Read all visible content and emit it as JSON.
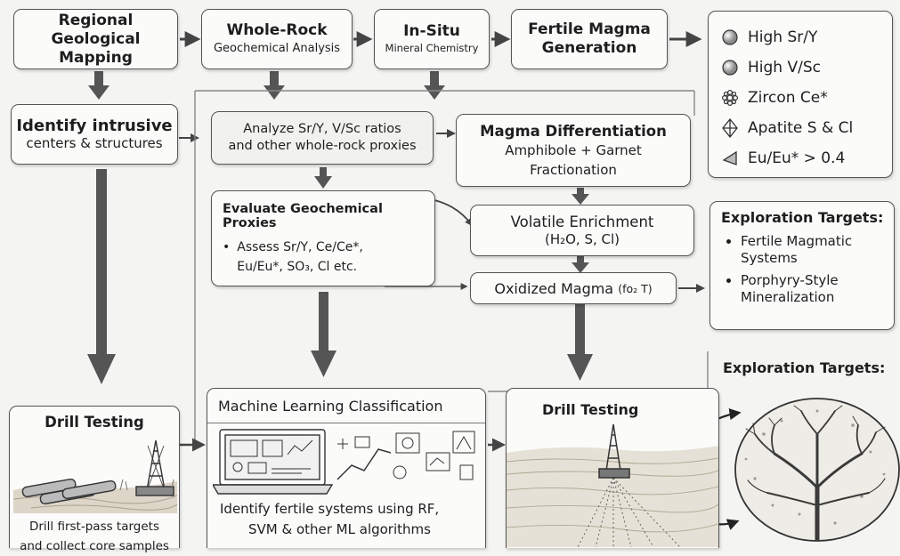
{
  "top_row": {
    "regional": [
      "Regional",
      "Geological Mapping"
    ],
    "whole_rock": [
      "Whole-Rock",
      "Geochemical Analysis"
    ],
    "in_situ": [
      "In-Situ",
      "Mineral Chemistry"
    ],
    "fertile": [
      "Fertile Magma",
      "Generation"
    ]
  },
  "legend": [
    {
      "icon": "sphere-icon",
      "label": "High Sr/Y"
    },
    {
      "icon": "sphere-icon",
      "label": "High V/Sc"
    },
    {
      "icon": "zircon-icon",
      "label": "Zircon Ce*"
    },
    {
      "icon": "apatite-icon",
      "label": "Apatite S & Cl"
    },
    {
      "icon": "triangle-icon",
      "label": "Eu/Eu* > 0.4"
    }
  ],
  "identify": [
    "Identify intrusive",
    "centers & structures"
  ],
  "analyze": [
    "Analyze Sr/Y, V/Sc ratios",
    "and other whole-rock proxies"
  ],
  "differentiation": {
    "title": "Magma Differentiation",
    "lines": [
      "Amphibole + Garnet",
      "Fractionation"
    ]
  },
  "evaluate": {
    "title": "Evaluate Geochemical Proxies",
    "bullet_line1": "Assess Sr/Y, Ce/Ce*,",
    "bullet_line2": "Eu/Eu*,  SO₃, Cl etc."
  },
  "volatile": {
    "title": "Volatile Enrichment",
    "sub": "(H₂O, S, Cl)"
  },
  "oxidized": {
    "main": "Oxidized Magma ",
    "sub": "(fo₂ T)"
  },
  "targets1": {
    "title": "Exploration Targets:",
    "items": [
      [
        "Fertile Magmatic",
        "Systems"
      ],
      [
        "Porphyry-Style",
        "Mineralization"
      ]
    ]
  },
  "targets2": {
    "title": "Exploration Targets:"
  },
  "drill_left": {
    "title": "Drill Testing",
    "caption": [
      "Drill first-pass targets",
      "and collect core samples"
    ]
  },
  "ml": {
    "title": "Machine Learning Classification",
    "caption": [
      "Identify fertile systems using RF,",
      "SVM & other ML algorithms"
    ]
  },
  "drill_right": {
    "title": "Drill Testing"
  },
  "colors": {
    "arrow": "#505050",
    "border": "#555555",
    "background": "#f4f4f2"
  }
}
